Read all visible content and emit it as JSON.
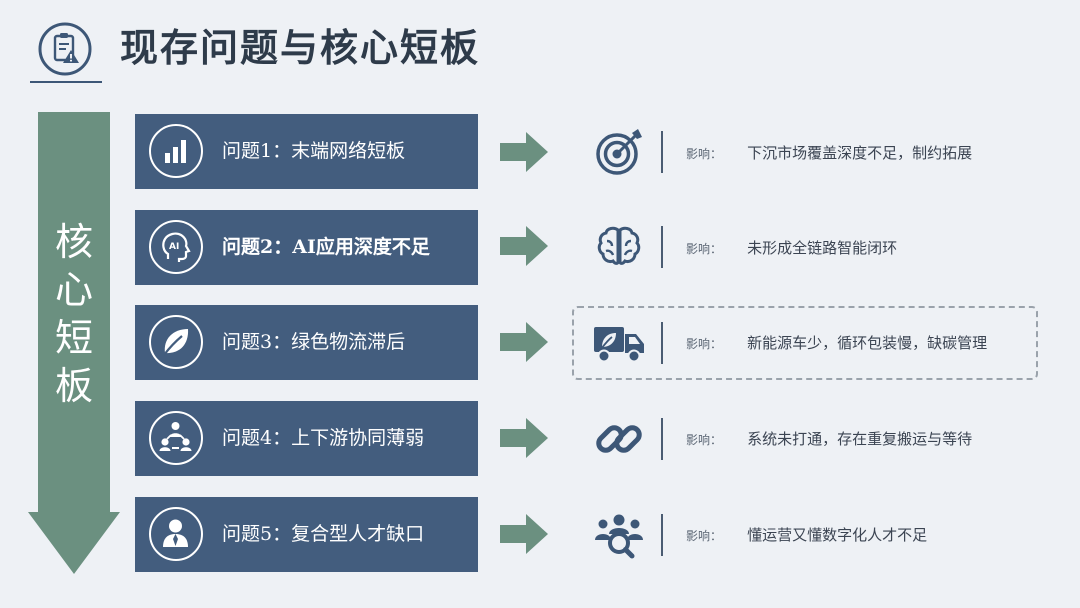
{
  "header": {
    "title": "现存问题与核心短板",
    "icon": "clipboard-warning-icon"
  },
  "side_arrow": {
    "chars": [
      "核",
      "心",
      "短",
      "板"
    ],
    "color": "#6b9080"
  },
  "colors": {
    "problem_bg": "#435d7e",
    "arrow_green": "#6b9080",
    "icon_blue": "#3d5777",
    "background": "#eef1f5"
  },
  "rows": [
    {
      "problem": "问题1：末端网络短板",
      "problem_icon": "bar-chart-icon",
      "impact_label": "影响：",
      "impact": "下沉市场覆盖深度不足，制约拓展",
      "impact_icon": "target-icon"
    },
    {
      "problem": "问题2：AI应用深度不足",
      "problem_icon": "ai-head-icon",
      "impact_label": "影响：",
      "impact": "未形成全链路智能闭环",
      "impact_icon": "brain-icon"
    },
    {
      "problem": "问题3：绿色物流滞后",
      "problem_icon": "leaf-icon",
      "impact_label": "影响：",
      "impact": "新能源车少，循环包装慢，缺碳管理",
      "impact_icon": "eco-truck-icon"
    },
    {
      "problem": "问题4：上下游协同薄弱",
      "problem_icon": "network-icon",
      "impact_label": "影响：",
      "impact": "系统未打通，存在重复搬运与等待",
      "impact_icon": "link-icon"
    },
    {
      "problem": "问题5：复合型人才缺口",
      "problem_icon": "person-icon",
      "impact_label": "影响：",
      "impact": "懂运营又懂数字化人才不足",
      "impact_icon": "team-search-icon"
    }
  ]
}
